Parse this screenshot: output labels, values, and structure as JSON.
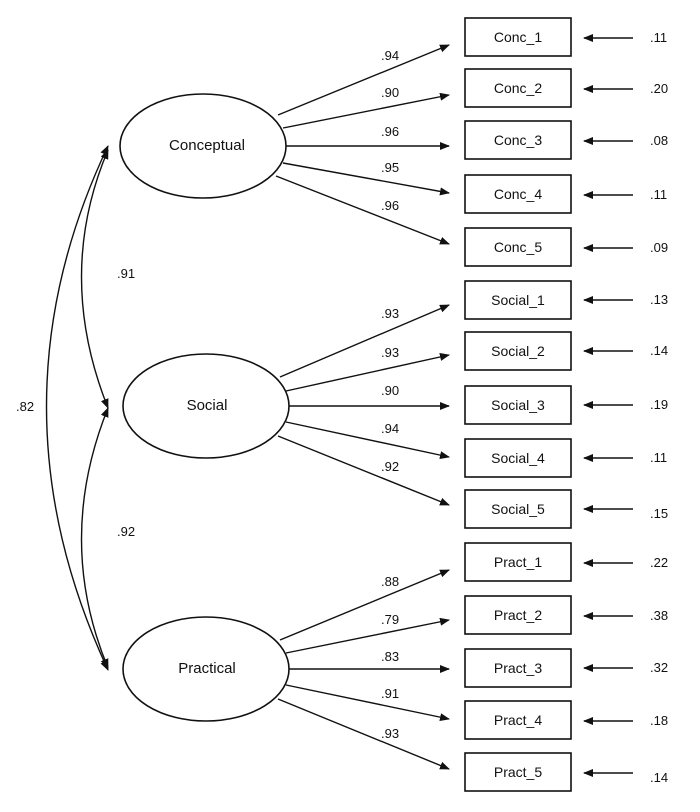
{
  "factors": [
    {
      "name": "Conceptual",
      "indicators": [
        {
          "name": "Conc_1",
          "loading": ".94",
          "error": ".11"
        },
        {
          "name": "Conc_2",
          "loading": ".90",
          "error": ".20"
        },
        {
          "name": "Conc_3",
          "loading": ".96",
          "error": ".08"
        },
        {
          "name": "Conc_4",
          "loading": ".95",
          "error": ".11"
        },
        {
          "name": "Conc_5",
          "loading": ".96",
          "error": ".09"
        }
      ]
    },
    {
      "name": "Social",
      "indicators": [
        {
          "name": "Social_1",
          "loading": ".93",
          "error": ".13"
        },
        {
          "name": "Social_2",
          "loading": ".93",
          "error": ".14"
        },
        {
          "name": "Social_3",
          "loading": ".90",
          "error": ".19"
        },
        {
          "name": "Social_4",
          "loading": ".94",
          "error": ".11"
        },
        {
          "name": "Social_5",
          "loading": ".92",
          "error": ".15"
        }
      ]
    },
    {
      "name": "Practical",
      "indicators": [
        {
          "name": "Pract_1",
          "loading": ".88",
          "error": ".22"
        },
        {
          "name": "Pract_2",
          "loading": ".79",
          "error": ".38"
        },
        {
          "name": "Pract_3",
          "loading": ".83",
          "error": ".32"
        },
        {
          "name": "Pract_4",
          "loading": ".91",
          "error": ".18"
        },
        {
          "name": "Pract_5",
          "loading": ".93",
          "error": ".14"
        }
      ]
    }
  ],
  "correlations": {
    "conceptual_social": ".91",
    "social_practical": ".92",
    "conceptual_practical": ".82"
  }
}
